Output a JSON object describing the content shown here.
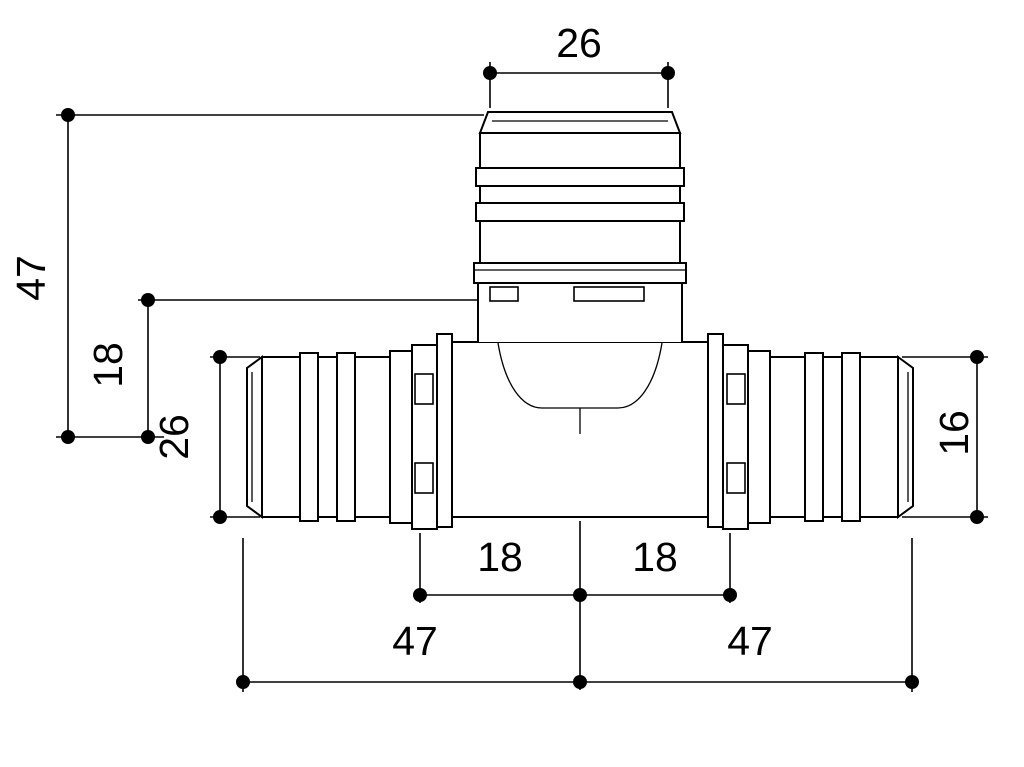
{
  "drawing": {
    "type": "technical-dimension-drawing",
    "subject": "press-fit tee pipe fitting, front view",
    "background": "#ffffff",
    "line_color": "#000000",
    "labels": {
      "top_width": "26",
      "branch_height": "47",
      "branch_insertion": "18",
      "left_port_od": "26",
      "right_port_od": "16",
      "run_insertion_left": "18",
      "run_insertion_right": "18",
      "run_half_left": "47",
      "run_half_right": "47"
    }
  }
}
